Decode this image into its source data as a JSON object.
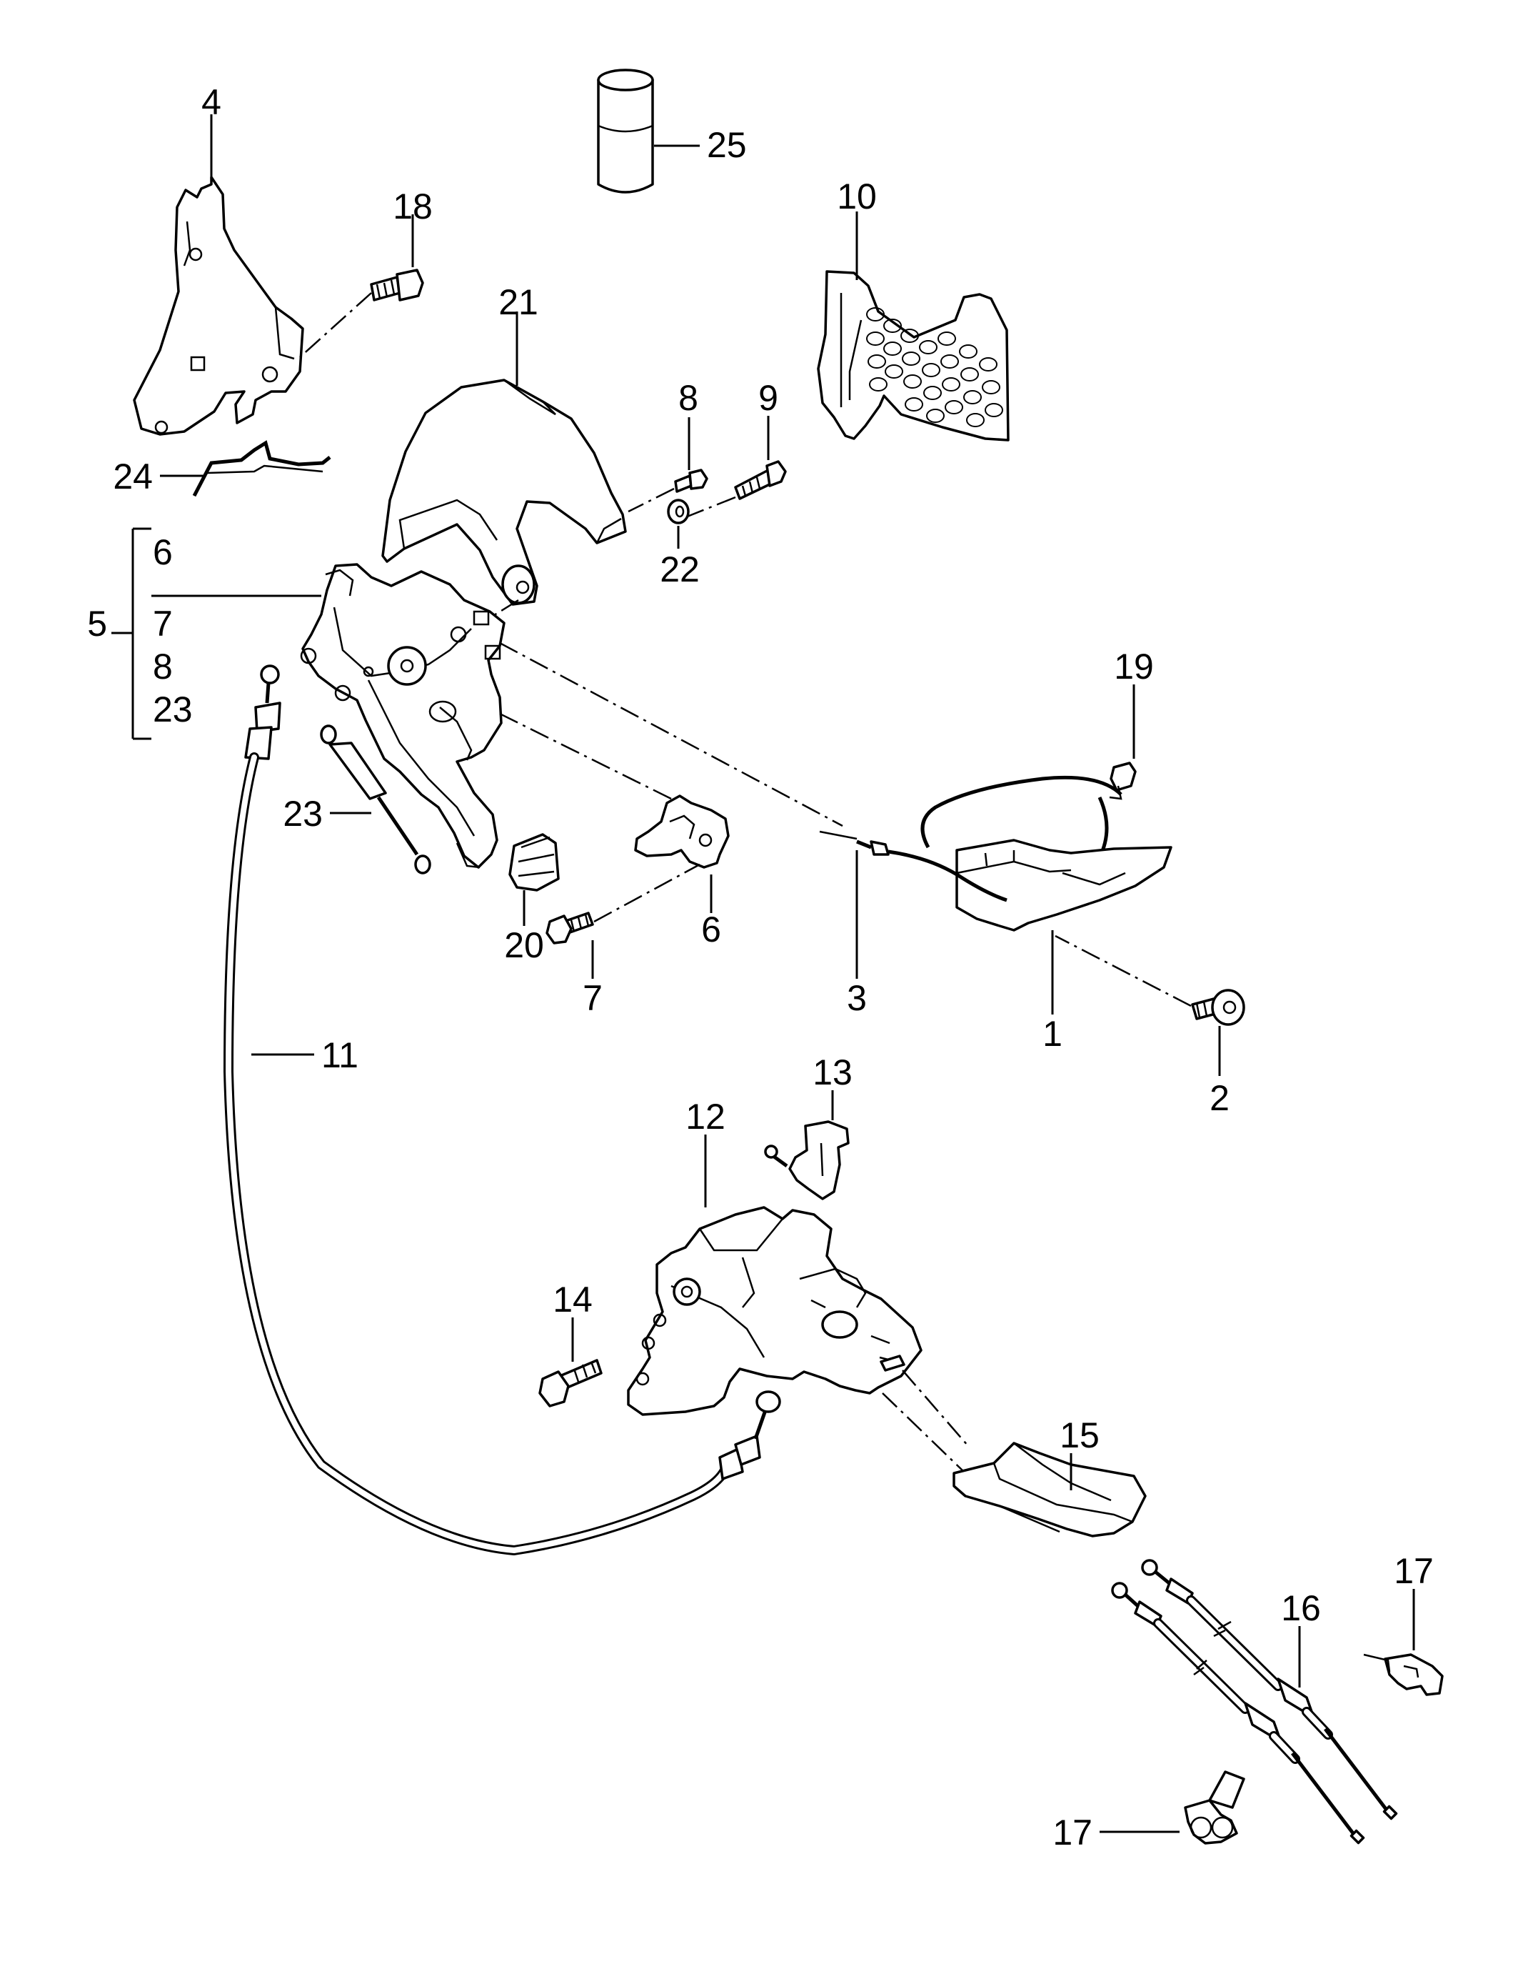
{
  "callouts": {
    "c1": "1",
    "c2": "2",
    "c3": "3",
    "c4": "4",
    "c5": "5",
    "c6_group": "6",
    "c6": "6",
    "c7_group": "7",
    "c7": "7",
    "c8_group": "8",
    "c8": "8",
    "c9": "9",
    "c10": "10",
    "c11": "11",
    "c12": "12",
    "c13": "13",
    "c14": "14",
    "c15": "15",
    "c16": "16",
    "c17a": "17",
    "c17b": "17",
    "c18": "18",
    "c19": "19",
    "c20": "20",
    "c21": "21",
    "c22": "22",
    "c23_group": "23",
    "c23": "23",
    "c24": "24",
    "c25": "25"
  }
}
